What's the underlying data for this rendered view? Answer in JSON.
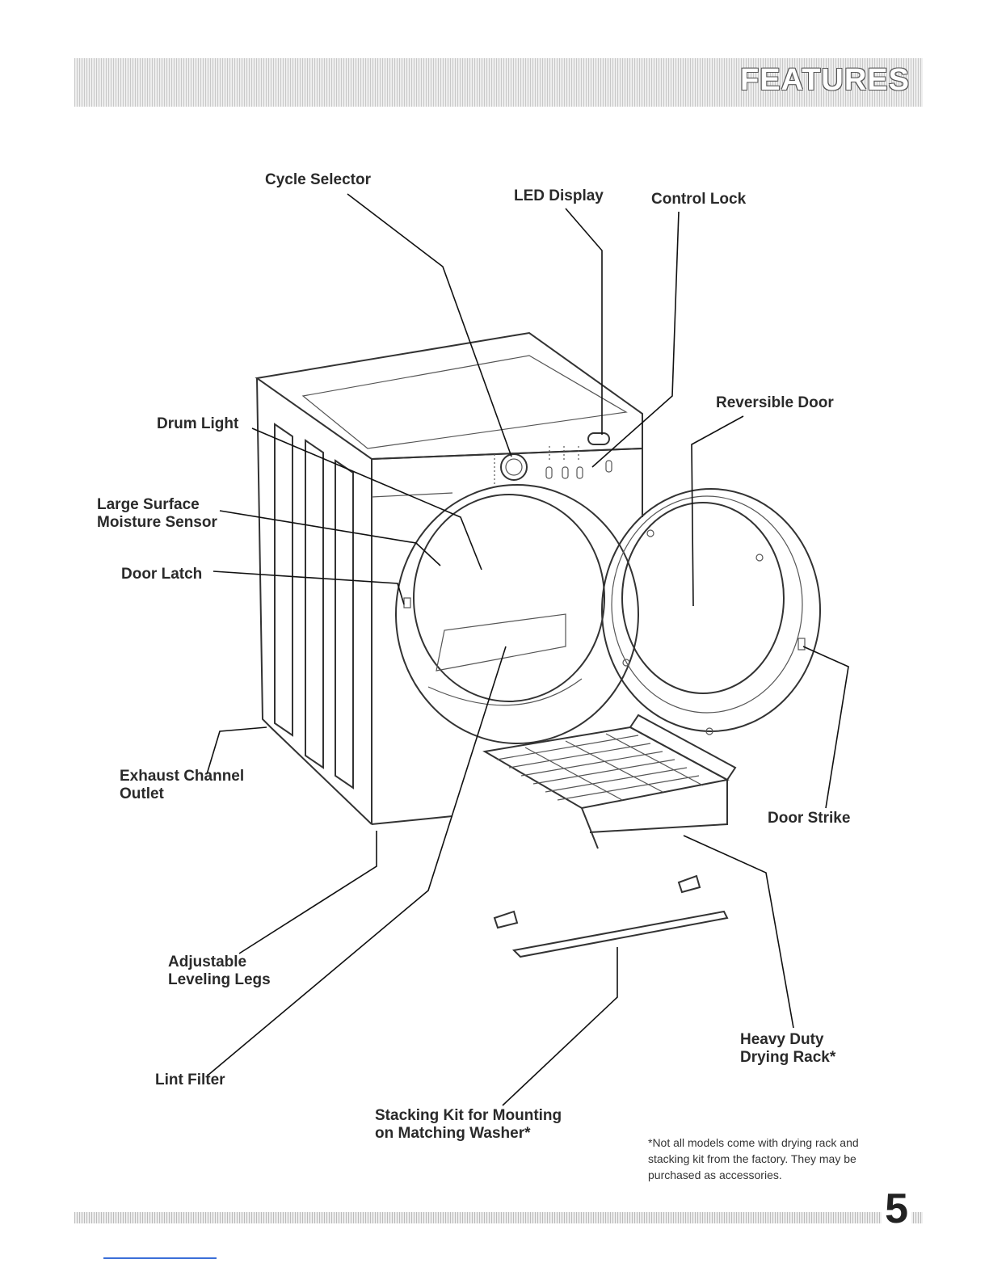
{
  "header": {
    "title": "FEATURES"
  },
  "page_number": "5",
  "labels": {
    "cycle_selector": "Cycle Selector",
    "led_display": "LED Display",
    "control_lock": "Control Lock",
    "drum_light": "Drum Light",
    "reversible_door": "Reversible Door",
    "moisture_sensor": "Large Surface\nMoisture Sensor",
    "door_latch": "Door Latch",
    "exhaust_outlet": "Exhaust Channel\nOutlet",
    "door_strike": "Door Strike",
    "leveling_legs": "Adjustable\nLeveling Legs",
    "lint_filter": "Lint Filter",
    "drying_rack": "Heavy Duty\nDrying Rack*",
    "stacking_kit": "Stacking Kit for Mounting\non Matching Washer*"
  },
  "footnote": "*Not all models come with drying rack and\n  stacking kit from the factory. They may be\n  purchased as accessories."
}
